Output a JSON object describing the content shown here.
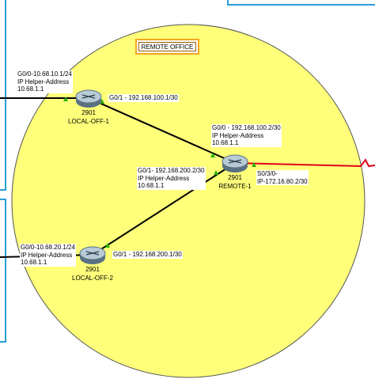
{
  "title": "REMOTE OFFICE",
  "colors": {
    "zone_fill": "#ffff7a",
    "panel_blue": "#2a9fd6",
    "link_black": "#000000",
    "link_serial": "#e0001a",
    "port_up": "#2db400",
    "badge_border": "#f5a623"
  },
  "devices": [
    {
      "id": "local-off-1",
      "model": "2901",
      "name": "LOCAL-OFF-1",
      "icon": "router-icon",
      "iface_a": "G0/0-10.68.10.1/24",
      "helper_a_1": "IP Helper-Address",
      "helper_a_2": "10.68.1.1",
      "iface_b": "G0/1 - 192.168.100.1/30"
    },
    {
      "id": "remote-1",
      "model": "2901",
      "name": "REMOTE-1",
      "icon": "router-icon",
      "iface_a": "G0/0 - 192.168.100.2/30",
      "helper_a_1": "IP Helper-Address",
      "helper_a_2": "10.68.1.1",
      "iface_b": "G0/1- 192.168.200.2/30",
      "helper_b_1": "IP Helper-Address",
      "helper_b_2": "10.68.1.1",
      "iface_c_1": "S0/3/0-",
      "iface_c_2": "IP-172.16.80.2/30"
    },
    {
      "id": "local-off-2",
      "model": "2901",
      "name": "LOCAL-OFF-2",
      "icon": "router-icon",
      "iface_a": "G0/0-10.68.20.1/24",
      "helper_a_1": "IP Helper-Address",
      "helper_a_2": "10.68.1.1",
      "iface_b": "G0/1 - 192.168.200.1/30"
    }
  ]
}
